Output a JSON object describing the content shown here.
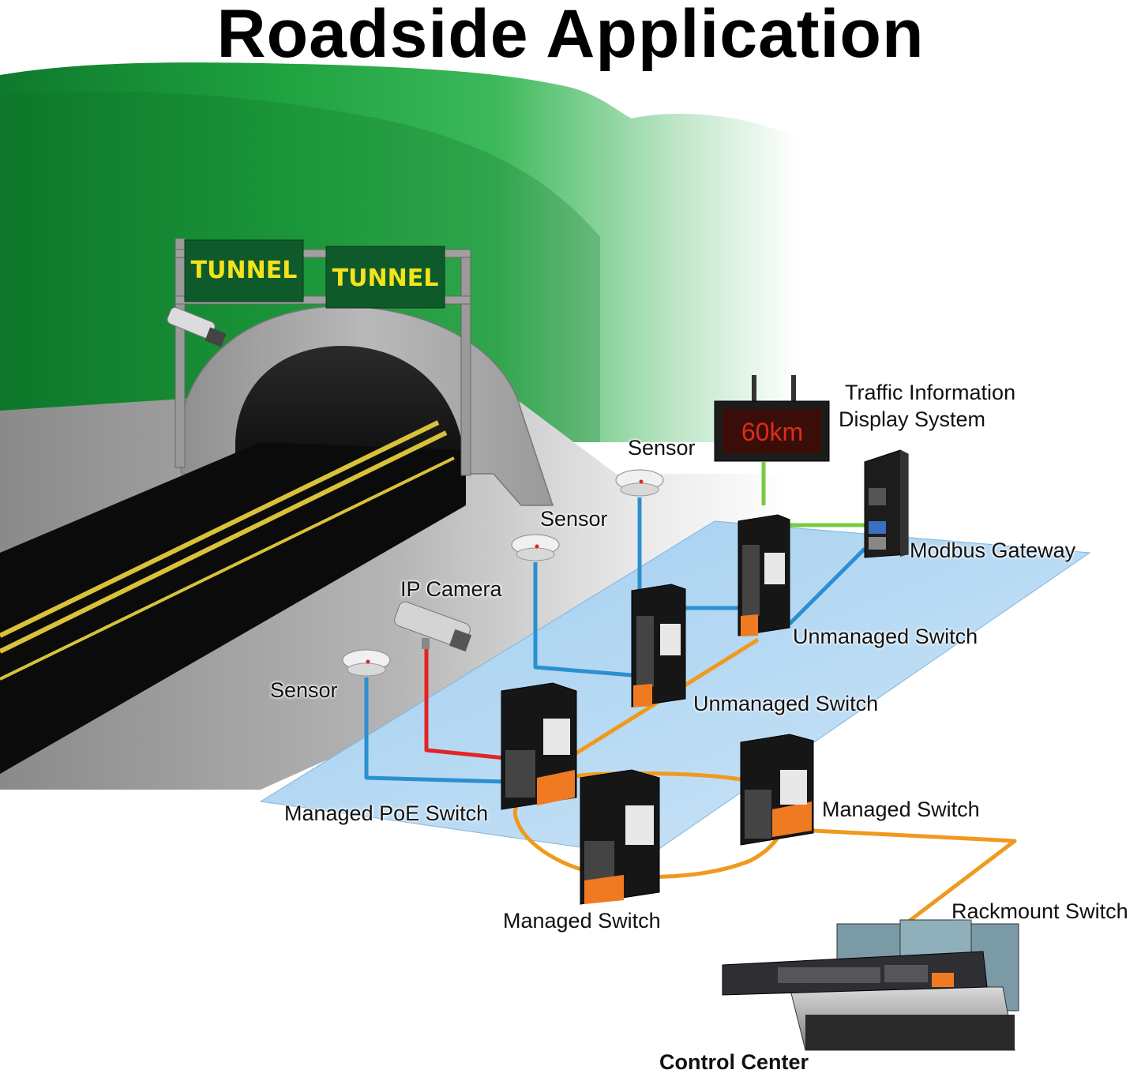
{
  "title": "Roadside Application",
  "signs": [
    "TUNNEL",
    "TUNNEL"
  ],
  "display_value": "60km",
  "labels": {
    "traffic_info_line1": "Traffic Information",
    "traffic_info_line2": "Display System",
    "sensor_top": "Sensor",
    "sensor_mid": "Sensor",
    "ip_camera": "IP Camera",
    "sensor_left": "Sensor",
    "modbus_gateway": "Modbus Gateway",
    "unmanaged_switch_1": "Unmanaged Switch",
    "unmanaged_switch_2": "Unmanaged Switch",
    "managed_poe_switch": "Managed PoE Switch",
    "managed_switch_right": "Managed Switch",
    "managed_switch_bottom": "Managed Switch",
    "rackmount_switch": "Rackmount Switch",
    "control_center": "Control Center"
  },
  "colors": {
    "tunnel_green": "#1e9b3a",
    "road": "#0b0b0b",
    "lane_yellow": "#d9c23a",
    "platform_blue": "#a9d3f2",
    "link_blue": "#2b8fd0",
    "link_red": "#e22424",
    "link_orange": "#ef9a1e",
    "link_green": "#7ac943",
    "display_red": "#e02b1a"
  }
}
